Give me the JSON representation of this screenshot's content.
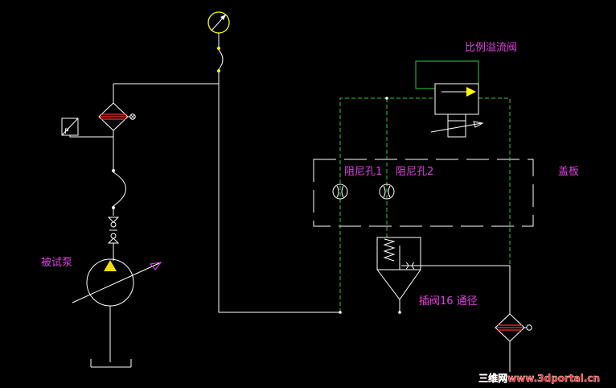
{
  "labels": {
    "proportional_relief_valve": "比例溢流阀",
    "orifice_1": "阻尼孔1",
    "orifice_2": "阻尼孔2",
    "cover_plate": "盖板",
    "test_pump": "被试泵",
    "cartridge_valve": "插阀16 通径",
    "pressure_switch_mark": "P"
  },
  "watermark": {
    "text": "三维网www.3dportal.cn"
  },
  "colors": {
    "background": "#000000",
    "line": "#ffffff",
    "pilot_line": "#2ecc40",
    "label": "#e040e0",
    "pump_arrow": "#ffdd00",
    "filter_element": "#ff3030",
    "gauge": "#ffff00",
    "watermark": "#ff2020"
  }
}
